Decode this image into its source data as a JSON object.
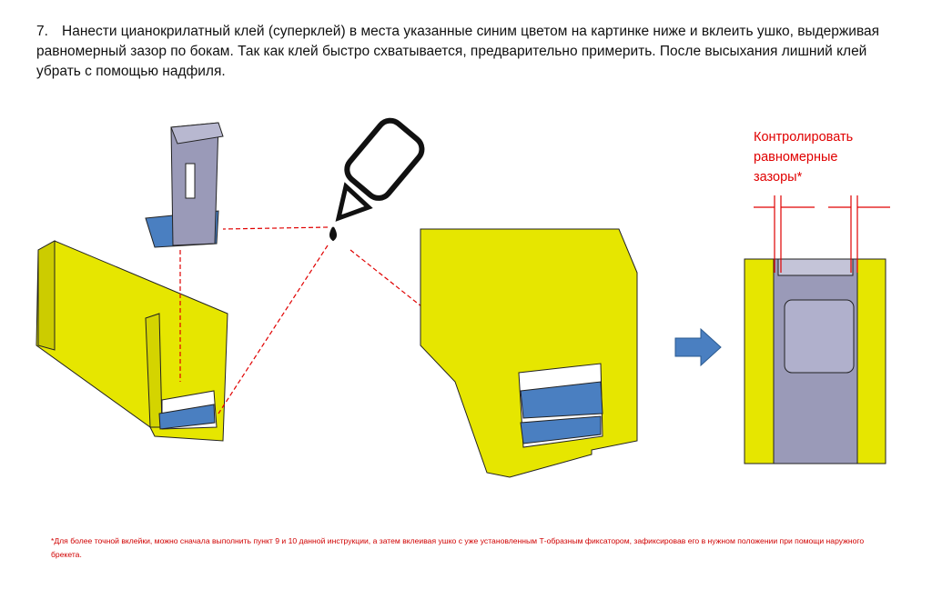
{
  "instruction": {
    "number": "7.",
    "text": "Нанести цианокрилатный клей (суперклей) в места указанные синим цветом на картинке ниже и вклеить ушко, выдерживая равномерный зазор по бокам. Так как клей быстро схватывается, предварительно примерить. После высыхания лишний клей убрать с помощью надфиля."
  },
  "callout": {
    "line1": "Контролировать",
    "line2": "равномерные",
    "line3": "зазоры*"
  },
  "footnote": "*Для более точной вклейки, можно сначала выполнить пункт 9 и 10 данной инструкции, а затем вклеивая ушко с уже установленным Т-образным фиксатором, зафиксировав его в нужном положении при помощи наружного брекета.",
  "colors": {
    "yellow": "#e6e600",
    "blue": "#4a7fc1",
    "red": "#e00000",
    "grey": "#9a9ab8"
  }
}
